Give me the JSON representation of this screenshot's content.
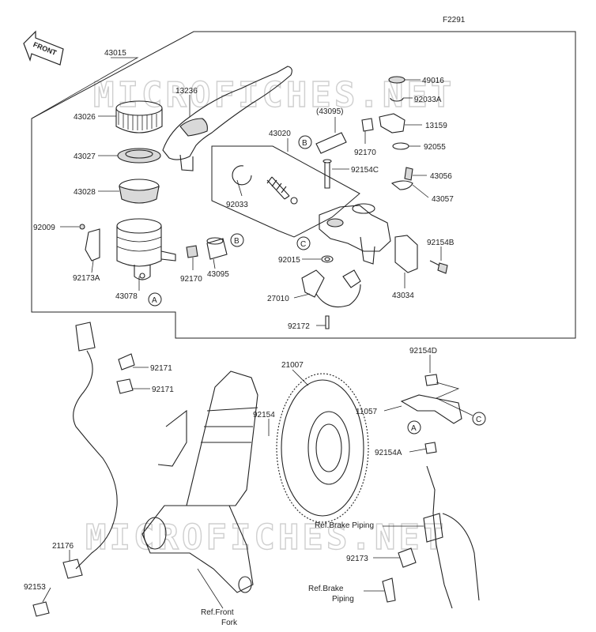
{
  "diagram_code": "F2291",
  "front_label": "FRONT",
  "watermark": "MICROFICHES.NET",
  "labels": {
    "p43015": "43015",
    "p13236": "13236",
    "p43026": "43026",
    "p43027": "43027",
    "p43028": "43028",
    "p92009": "92009",
    "p92173A": "92173A",
    "p43078": "43078",
    "p92170a": "92170",
    "p43095a": "43095",
    "p43020": "43020",
    "p43095b": "(43095)",
    "p92033": "92033",
    "p49016": "49016",
    "p92033A": "92033A",
    "p13159": "13159",
    "p92170b": "92170",
    "p92055": "92055",
    "p92154C": "92154C",
    "p43056": "43056",
    "p43057": "43057",
    "p92154B": "92154B",
    "p92015": "92015",
    "p43034": "43034",
    "p27010": "27010",
    "p92172": "92172",
    "p92171a": "92171",
    "p92171b": "92171",
    "p21007": "21007",
    "p92154D": "92154D",
    "p11057": "11057",
    "p92154": "92154",
    "p92154A": "92154A",
    "p21176": "21176",
    "p92153": "92153",
    "p92173": "92173",
    "ref_piping1": "Ref.Brake Piping",
    "ref_piping2a": "Ref.Brake",
    "ref_piping2b": "Piping",
    "ref_fork_a": "Ref.Front",
    "ref_fork_b": "Fork"
  },
  "callouts": {
    "A": "A",
    "B": "B",
    "C": "C"
  }
}
